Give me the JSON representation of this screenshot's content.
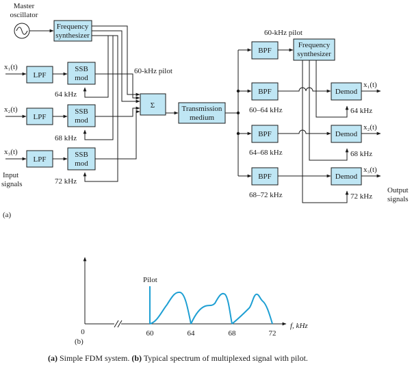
{
  "diagram": {
    "master_oscillator": [
      "Master",
      "oscillator"
    ],
    "freq_synth_tx": [
      "Frequency",
      "synthesizer"
    ],
    "freq_synth_rx": [
      "Frequency",
      "synthesizer"
    ],
    "input_signals": [
      "x₁(t)",
      "x₂(t)",
      "x₃(t)"
    ],
    "lpf_label": "LPF",
    "ssb_label": [
      "SSB",
      "mod"
    ],
    "ssb_freqs": [
      "64 kHz",
      "68 kHz",
      "72 kHz"
    ],
    "pilot_tx_label": "60-kHz pilot",
    "pilot_rx_label": "60-kHz pilot",
    "sum_symbol": "Σ",
    "medium_label": [
      "Transmission",
      "medium"
    ],
    "bpf_label": "BPF",
    "bpf_ranges": [
      "60–64 kHz",
      "64–68 kHz",
      "68–72 kHz"
    ],
    "demod_label": "Demod",
    "demod_freqs": [
      "64 kHz",
      "68 kHz",
      "72 kHz"
    ],
    "output_signals": [
      "x₁(t)",
      "x₂(t)",
      "x₃(t)"
    ],
    "input_caption": [
      "Input",
      "signals"
    ],
    "output_caption": [
      "Output",
      "signals"
    ],
    "part_a": "(a)"
  },
  "spectrum": {
    "pilot_label": "Pilot",
    "origin_label": "0",
    "tick_labels": [
      "60",
      "64",
      "68",
      "72"
    ],
    "axis_label": "f, kHz",
    "part_b": "(b)"
  },
  "caption": {
    "a_tag": "(a)",
    "a_text": " Simple FDM system. ",
    "b_tag": "(b)",
    "b_text": " Typical spectrum of multiplexed signal with pilot."
  },
  "colors": {
    "block_fill": "#bfe6f4",
    "spectrum": "#1e9fd3",
    "line": "#1a1a1a"
  }
}
